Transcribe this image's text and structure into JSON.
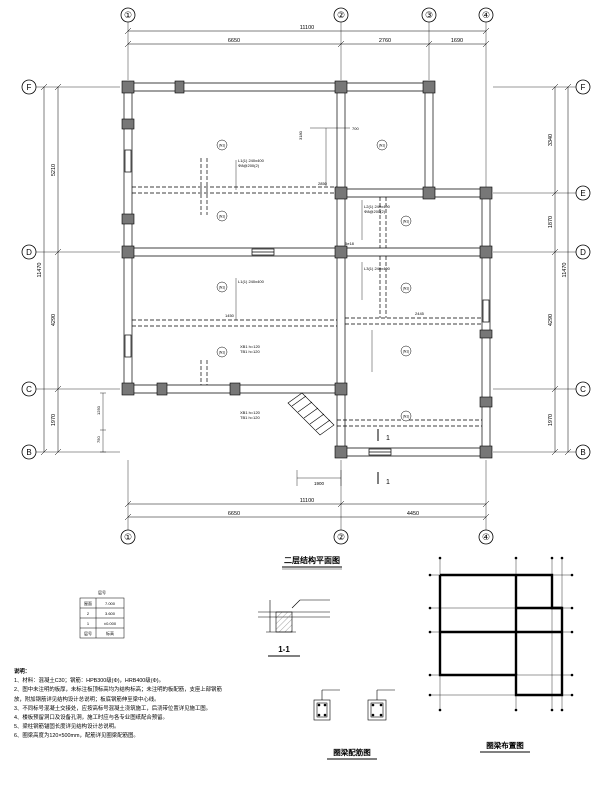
{
  "axes_top": [
    "①",
    "②",
    "③",
    "④"
  ],
  "axes_bottom": [
    "①",
    "②",
    "④"
  ],
  "axes_left": [
    "F",
    "D",
    "C",
    "B"
  ],
  "axes_right": [
    "F",
    "E",
    "D",
    "C",
    "B"
  ],
  "dims_top": {
    "overall": "11100",
    "seg1": "6650",
    "seg2": "2760",
    "seg3": "1690"
  },
  "dims_bottom": {
    "overall": "11100",
    "seg1": "6650",
    "seg2": "4450"
  },
  "dims_left": {
    "overall": "11470",
    "seg1": "5210",
    "seg2": "4290",
    "seg3": "1970"
  },
  "dims_right": {
    "overall": "11470",
    "seg1": "3340",
    "seg2": "1870",
    "seg3": "4290",
    "seg4": "1970"
  },
  "slab_label": "(N1)",
  "labels": {
    "plan_title": "二层结构平面图",
    "section_title": "1-1",
    "beam_detail_title": "圈梁配筋图",
    "ring_beam_title": "圈梁布置图",
    "section_mark": "1",
    "dim_1900": "1900",
    "dim_1450": "1450",
    "dim_2445": "2445",
    "dim_3180": "3180",
    "dim_2850": "2850",
    "dim_700": "700",
    "dim_5e18": "5e18",
    "dim_1250": "1250",
    "dim_750": "750",
    "beam_a": "L1(1) 240x400",
    "beam_a2": "Φ8@200(2)",
    "beam_b": "L2(1) 240x400",
    "beam_b2": "Φ8@200(2)",
    "beam_c": "L3(1) 240x400",
    "beam_d": "L1(1) 240x400",
    "slab_note_1": "XB1 h=120",
    "slab_note_2": "TB1 h=120"
  },
  "legend_table": {
    "header": "层号",
    "rows": [
      {
        "a": "屋面",
        "b": "7.000"
      },
      {
        "a": "2",
        "b": "3.600"
      },
      {
        "a": "1",
        "b": "±0.000"
      },
      {
        "a": "层号",
        "b": "标高"
      }
    ]
  },
  "notes": {
    "head": "说明：",
    "lines": [
      "1、材料：混凝土C30；钢筋：HPB300级(Φ)，HRB400级(Φ)。",
      "2、图中未注明的板厚，未标注板顶标高均为结构标高；未注明的板配筋，支座上部钢筋",
      "   放，附加钢筋详见结构设计总说明；板底钢筋伸至梁中心线。",
      "3、不同标号混凝土交接处，应按高标号混凝土浇筑施工，后浇带位置详见施工图。",
      "4、楼板预留洞口及设备孔洞，施工时应与各专业图纸配合预留。",
      "5、梁柱钢筋锚固长度详见结构设计总说明。",
      "6、圈梁高度为120×500mm，配筋详见圈梁配筋图。"
    ]
  }
}
